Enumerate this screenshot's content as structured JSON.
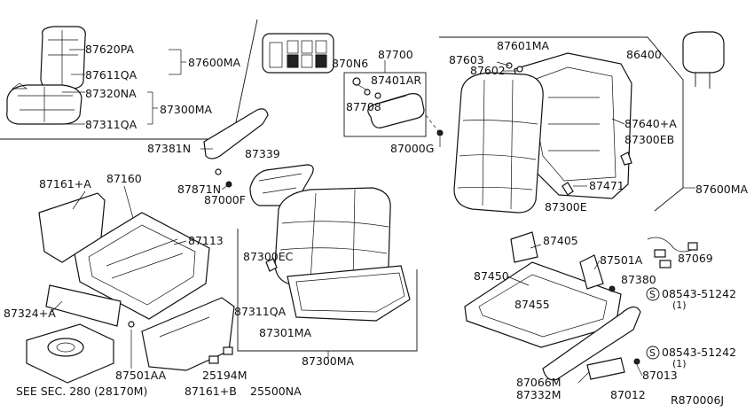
{
  "diagram": {
    "id": "R870006J",
    "labels": {
      "p87620PA": "87620PA",
      "p87611QA": "87611QA",
      "p87600MA_a": "87600MA",
      "p87320NA": "87320NA",
      "p87300MA_a": "87300MA",
      "p87311QA_a": "87311QA",
      "p87381N": "87381N",
      "p870N6": "870N6",
      "p87700": "87700",
      "p87401AR": "87401AR",
      "p87708": "87708",
      "p87000G": "87000G",
      "p87603": "87603",
      "p87601MA": "87601MA",
      "p87602": "87602",
      "p86400": "86400",
      "p87640A": "87640+A",
      "p87300EB": "87300EB",
      "p87471": "87471",
      "p87300E": "87300E",
      "p87600MA_b": "87600MA",
      "p87161A": "87161+A",
      "p87160": "87160",
      "p87339": "87339",
      "p87871N": "87871N",
      "p87000F": "87000F",
      "p87113": "87113",
      "p87300EC": "87300EC",
      "p87324A": "87324+A",
      "p87311QA_b": "87311QA",
      "p87301MA": "87301MA",
      "p87501AA": "87501AA",
      "p25194M": "25194M",
      "p87300MA_b": "87300MA",
      "see_sec": "SEE SEC. 280 (28170M)",
      "p87161B": "87161+B",
      "p25500NA": "25500NA",
      "p87405": "87405",
      "p87450": "87450",
      "p87501A": "87501A",
      "p87069": "87069",
      "p87380": "87380",
      "p87455": "87455",
      "screw1": "08543-51242",
      "screw1_qty": "(1)",
      "screw2": "08543-51242",
      "screw2_qty": "(1)",
      "p87066M": "87066M",
      "p87013": "87013",
      "p87332M": "87332M",
      "p87012": "87012",
      "s_symbol": "S"
    }
  }
}
